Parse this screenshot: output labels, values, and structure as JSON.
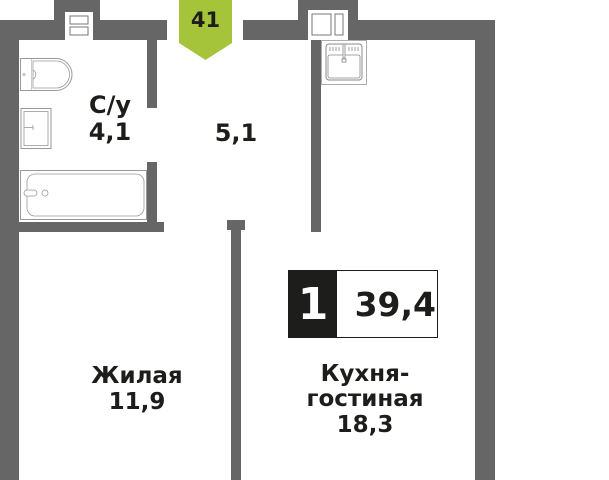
{
  "floor_plan": {
    "floor_badge": {
      "number": "41",
      "color": "#a5c43a"
    },
    "apartment": {
      "rooms_count": "1",
      "total_area": "39,4"
    },
    "rooms": [
      {
        "name": "С/у",
        "area": "4,1"
      },
      {
        "name": "",
        "area": "5,1"
      },
      {
        "name": "Жилая",
        "area": "11,9"
      },
      {
        "name_line1": "Кухня-",
        "name_line2": "гостиная",
        "area": "18,3"
      }
    ],
    "colors": {
      "wall": "#666666",
      "text": "#1d1d1b",
      "background": "#ffffff"
    },
    "icons": [
      "toilet-icon",
      "washbasin-icon",
      "bathtub-icon",
      "kitchen-sink-icon",
      "ventilation-shaft-icon"
    ]
  }
}
